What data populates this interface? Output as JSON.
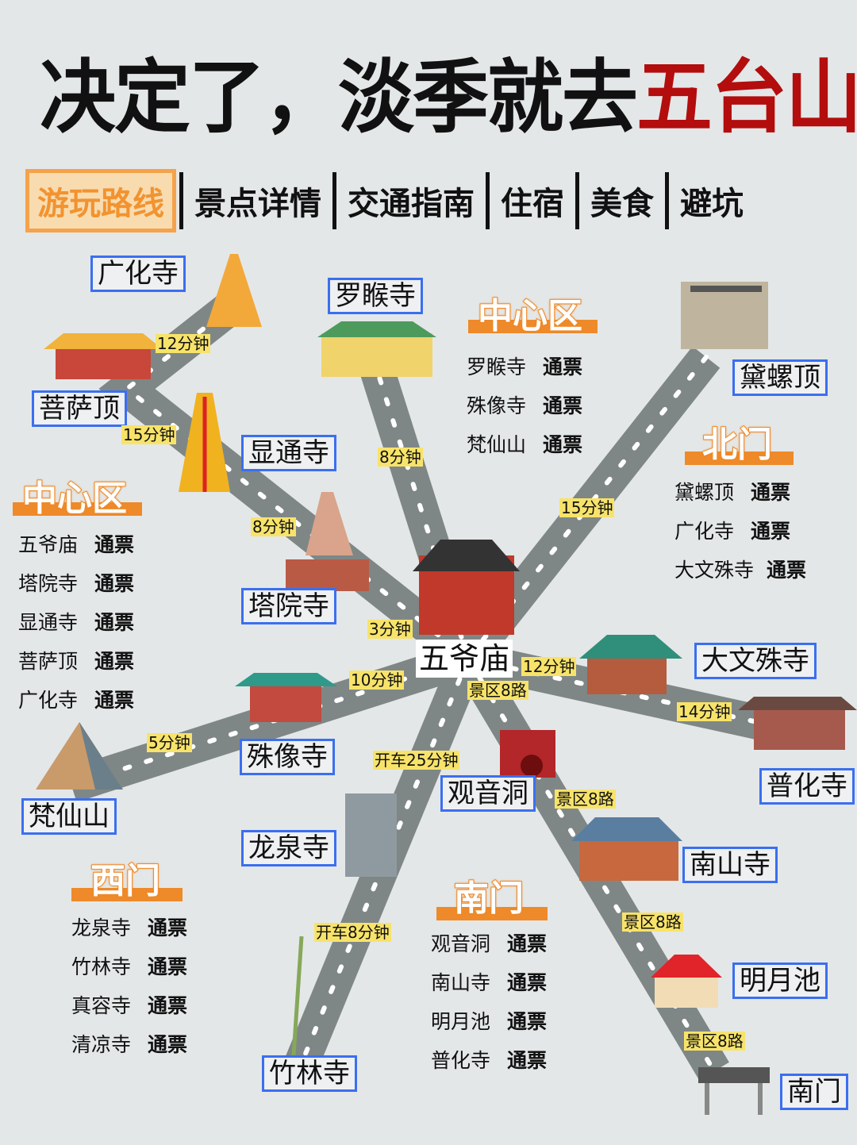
{
  "title": {
    "prefix": "决定了，淡季就去",
    "highlight": "五台山"
  },
  "tabs": [
    {
      "label": "游玩路线",
      "active": true
    },
    {
      "label": "景点详情",
      "active": false
    },
    {
      "label": "交通指南",
      "active": false
    },
    {
      "label": "住宿",
      "active": false
    },
    {
      "label": "美食",
      "active": false
    },
    {
      "label": "避坑",
      "active": false
    }
  ],
  "colors": {
    "background": "#e4e7e8",
    "road": "#7f8786",
    "label_border": "#3b6ff0",
    "time_badge": "#f7e36a",
    "section_orange": "#ee8a2a",
    "title_red": "#b30d0d"
  },
  "map": {
    "center": "五爷庙",
    "sites": {
      "guanghua": "广化寺",
      "pusading": "菩萨顶",
      "xiantong": "显通寺",
      "tayuan": "塔院寺",
      "luohou": "罗睺寺",
      "dailuoding": "黛螺顶",
      "dawenshu": "大文殊寺",
      "puhua": "普化寺",
      "shuxiang": "殊像寺",
      "fanxian": "梵仙山",
      "longquan": "龙泉寺",
      "zhulin": "竹林寺",
      "guanyin": "观音洞",
      "nanshan": "南山寺",
      "mingyue": "明月池",
      "nanmen": "南门"
    },
    "times": {
      "pusa_guanghua": "12分钟",
      "pusa_xiantong": "15分钟",
      "xiantong_tayuan": "8分钟",
      "tayuan_center": "3分钟",
      "luohou_center": "8分钟",
      "dailuo_center": "15分钟",
      "center_dawenshu": "12分钟",
      "dawenshu_puhua": "14分钟",
      "center_shuxiang": "10分钟",
      "shuxiang_fanxian": "5分钟",
      "center_longquan": "开车25分钟",
      "longquan_zhulin": "开车8分钟",
      "center_guanyin": "景区8路",
      "guanyin_nanshan": "景区8路",
      "nanshan_mingyue": "景区8路",
      "mingyue_nanmen": "景区8路"
    }
  },
  "sections": {
    "center_left": {
      "heading": "中心区",
      "items": [
        {
          "name": "五爷庙",
          "ticket": "通票"
        },
        {
          "name": "塔院寺",
          "ticket": "通票"
        },
        {
          "name": "显通寺",
          "ticket": "通票"
        },
        {
          "name": "菩萨顶",
          "ticket": "通票"
        },
        {
          "name": "广化寺",
          "ticket": "通票"
        }
      ]
    },
    "center_top": {
      "heading": "中心区",
      "items": [
        {
          "name": "罗睺寺",
          "ticket": "通票"
        },
        {
          "name": "殊像寺",
          "ticket": "通票"
        },
        {
          "name": "梵仙山",
          "ticket": "通票"
        }
      ]
    },
    "north": {
      "heading": "北门",
      "items": [
        {
          "name": "黛螺顶",
          "ticket": "通票"
        },
        {
          "name": "广化寺",
          "ticket": "通票"
        },
        {
          "name": "大文殊寺",
          "ticket": "通票"
        }
      ]
    },
    "west": {
      "heading": "西门",
      "items": [
        {
          "name": "龙泉寺",
          "ticket": "通票"
        },
        {
          "name": "竹林寺",
          "ticket": "通票"
        },
        {
          "name": "真容寺",
          "ticket": "通票"
        },
        {
          "name": "清凉寺",
          "ticket": "通票"
        }
      ]
    },
    "south": {
      "heading": "南门",
      "items": [
        {
          "name": "观音洞",
          "ticket": "通票"
        },
        {
          "name": "南山寺",
          "ticket": "通票"
        },
        {
          "name": "明月池",
          "ticket": "通票"
        },
        {
          "name": "普化寺",
          "ticket": "通票"
        }
      ]
    }
  }
}
